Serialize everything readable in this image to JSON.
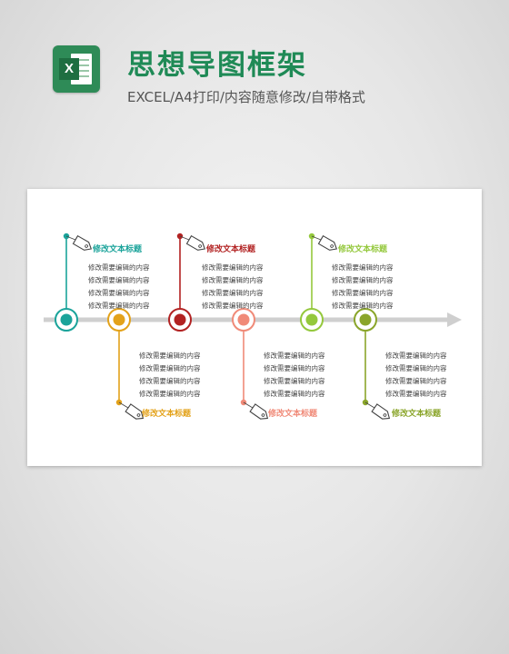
{
  "header": {
    "title": "思想导图框架",
    "subtitle": "EXCEL/A4打印/内容随意修改/自带格式",
    "app_icon_letter": "X",
    "app_icon": "excel-icon"
  },
  "colors": {
    "title": "#1f8a56",
    "axis": "#cfcfcf",
    "node1": "#1aa39a",
    "node2": "#e3a21a",
    "node3": "#b22222",
    "node4": "#f08a78",
    "node5": "#94c83c",
    "node6": "#8aa52a"
  },
  "diagram": {
    "nodes": [
      {
        "label": "修改文本标题",
        "lines": [
          "修改需要编辑的内容",
          "修改需要编辑的内容",
          "修改需要编辑的内容",
          "修改需要编辑的内容"
        ],
        "position": "top"
      },
      {
        "label": "修改文本标题",
        "lines": [
          "修改需要编辑的内容",
          "修改需要编辑的内容",
          "修改需要编辑的内容",
          "修改需要编辑的内容"
        ],
        "position": "bottom"
      },
      {
        "label": "修改文本标题",
        "lines": [
          "修改需要编辑的内容",
          "修改需要编辑的内容",
          "修改需要编辑的内容",
          "修改需要编辑的内容"
        ],
        "position": "top"
      },
      {
        "label": "修改文本标题",
        "lines": [
          "修改需要编辑的内容",
          "修改需要编辑的内容",
          "修改需要编辑的内容",
          "修改需要编辑的内容"
        ],
        "position": "bottom"
      },
      {
        "label": "修改文本标题",
        "lines": [
          "修改需要编辑的内容",
          "修改需要编辑的内容",
          "修改需要编辑的内容",
          "修改需要编辑的内容"
        ],
        "position": "top"
      },
      {
        "label": "修改文本标题",
        "lines": [
          "修改需要编辑的内容",
          "修改需要编辑的内容",
          "修改需要编辑的内容",
          "修改需要编辑的内容"
        ],
        "position": "bottom"
      }
    ]
  }
}
